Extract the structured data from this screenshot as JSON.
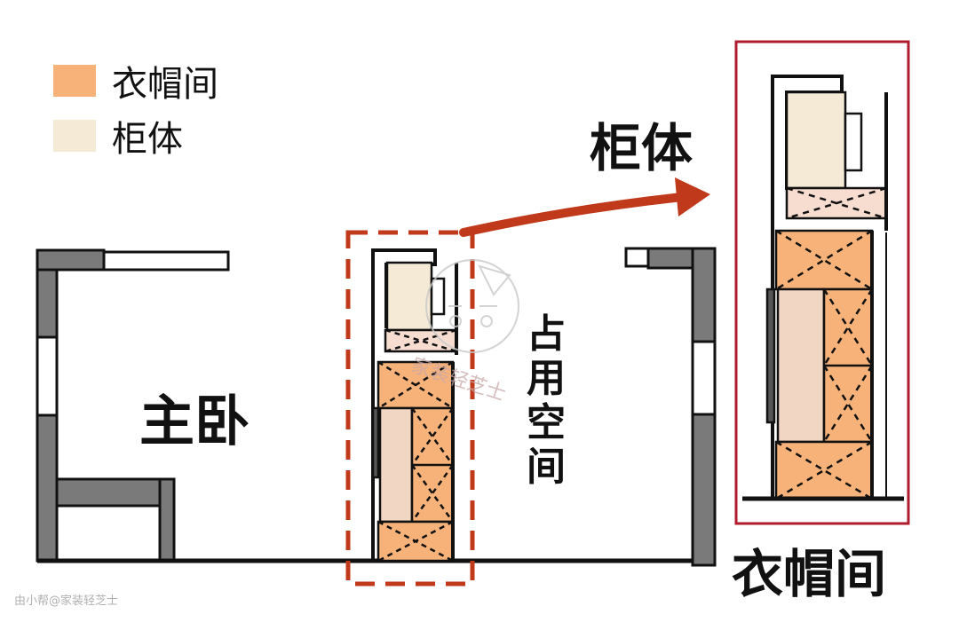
{
  "legend": [
    {
      "label": "衣帽间",
      "color": "#f7b27a"
    },
    {
      "label": "柜体",
      "color": "#f5ead6"
    }
  ],
  "labels": {
    "bedroom": "主卧",
    "occupied_chars": [
      "占",
      "用",
      "空",
      "间"
    ],
    "cabinet": "柜体",
    "closet": "衣帽间"
  },
  "watermarks": {
    "corner": "由小帮@家装轻芝士",
    "center": "家装轻芝士"
  },
  "colors": {
    "wall_gray": "#7a7a7a",
    "highlight_red": "#c0391b",
    "frame_red": "#b01c2c",
    "closet_orange": "#f7b27a",
    "cabinet_cream": "#f5ead6",
    "side_pink": "#f2d6c4"
  }
}
